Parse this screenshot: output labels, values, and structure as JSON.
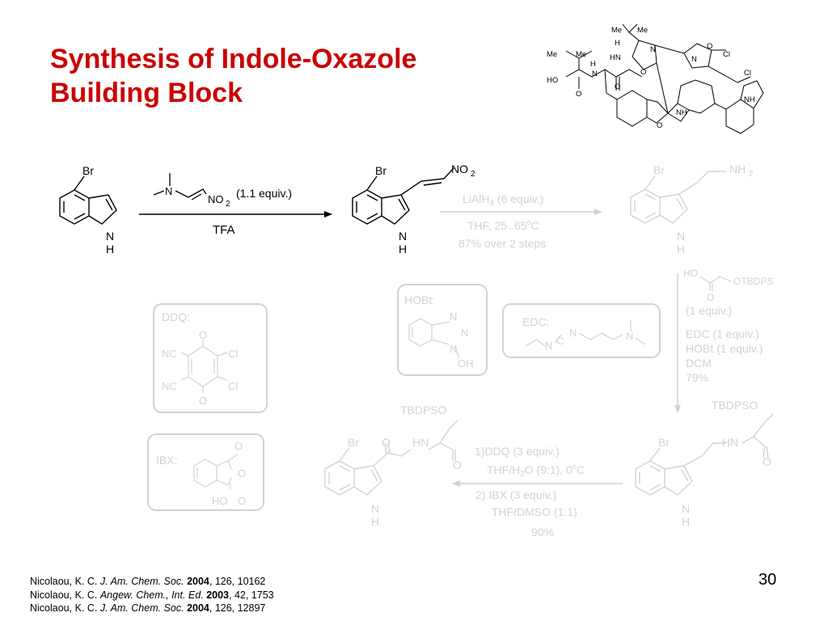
{
  "slide": {
    "title_line1": "Synthesis of Indole-Oxazole",
    "title_line2": "Building Block",
    "page_number": "30"
  },
  "colors": {
    "title": "#cc0000",
    "active": "#000000",
    "faded": "#d2d2d2"
  },
  "step1": {
    "reagent_label": "(1.1 equiv.)",
    "conditions": "TFA"
  },
  "step2": {
    "reagent": "LiAlH",
    "reagent_sub": "4",
    "reagent_equiv": " (6 equiv.)",
    "cond_prefix": "THF, 25",
    "cond_arrow": "→",
    "cond_temp": "65",
    "cond_deg": "o",
    "cond_unit": "C",
    "yield": "87% over 2 steps"
  },
  "step3": {
    "acid_equiv": "(1 equiv.)",
    "edc": "EDC (1 equiv.)",
    "hobt": "HOBt (1 equiv.)",
    "solvent": "DCM",
    "yield": "79%"
  },
  "step4": {
    "line1": "1)DDQ (3 equiv.)",
    "line2_a": "THF/H",
    "line2_sub": "2",
    "line2_b": "O (9:1), 0",
    "line2_deg": "o",
    "line2_c": "C",
    "line3": "2) IBX (3 equiv.)",
    "line4": "THF/DMSO (1:1)",
    "yield": "90%"
  },
  "boxes": {
    "ddq": "DDQ:",
    "hobt": "HOBt:",
    "edc": "EDC:",
    "ibx": "IBX:"
  },
  "atoms": {
    "Br": "Br",
    "N": "N",
    "H": "H",
    "NH": "NH",
    "NO": "NO",
    "two": "2",
    "NH2": "NH",
    "O": "O",
    "OH": "OH",
    "HO": "HO",
    "HN": "HN",
    "Cl": "Cl",
    "NC": "NC",
    "I": "I",
    "C": "C",
    "TBDPSO": "TBDPSO",
    "OTBDPS": "OTBDPS",
    "Me": "Me",
    "H_small": "H"
  },
  "references": [
    {
      "authors": "Nicolaou, K. C. ",
      "journal": "J. Am. Chem. Soc.",
      "year": "2004",
      "rest": ", 126, 10162"
    },
    {
      "authors": "Nicolaou, K. C. ",
      "journal": "Angew. Chem., Int. Ed.",
      "year": "2003",
      "rest": ", 42, 1753"
    },
    {
      "authors": "Nicolaou, K. C. ",
      "journal": "J. Am. Chem. Soc.",
      "year": "2004",
      "rest": ", 126, 12897"
    }
  ]
}
